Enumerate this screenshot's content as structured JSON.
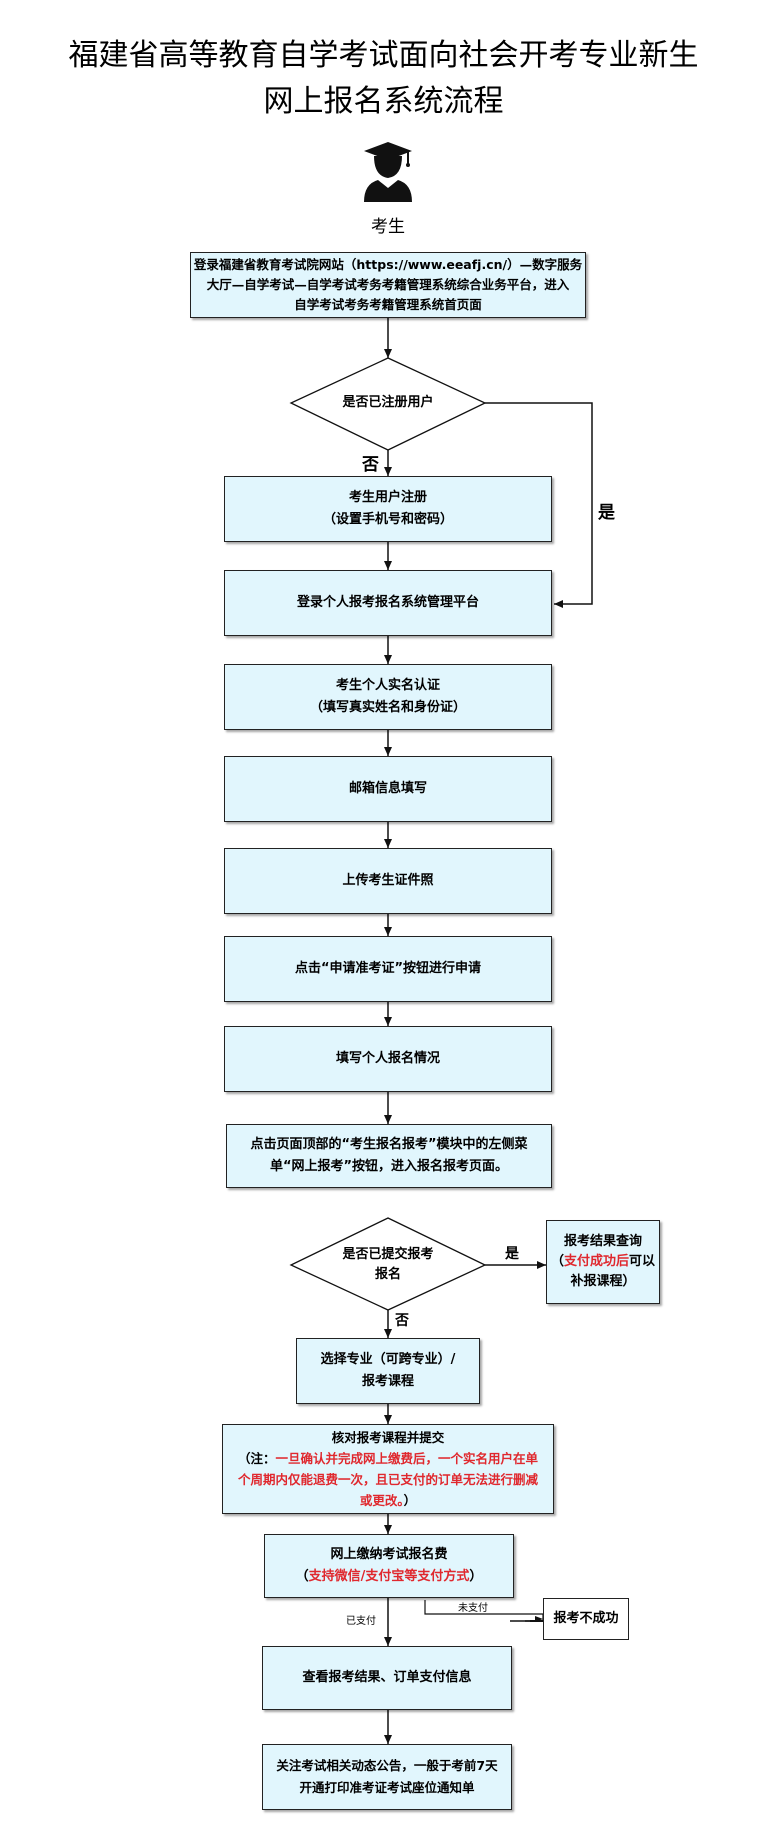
{
  "title": {
    "line1": "福建省高等教育自学考试面向社会开考专业新生",
    "line2": "网上报名系统流程"
  },
  "start": {
    "icon": "student-graduate-icon",
    "label": "考生"
  },
  "steps": {
    "login_site": {
      "l1": "登录福建省教育考试院网站（https://www.eeafj.cn/）—数字服务",
      "l2": "大厅—自学考试—自学考试考务考籍管理系统综合业务平台，进入",
      "l3": "自学考试考务考籍管理系统首页面"
    },
    "decision_registered": "是否已注册用户",
    "register": {
      "l1": "考生用户注册",
      "l2": "（设置手机号和密码）"
    },
    "login_platform": "登录个人报考报名系统管理平台",
    "realname": {
      "l1": "考生个人实名认证",
      "l2": "（填写真实姓名和身份证）"
    },
    "email": "邮箱信息填写",
    "upload_photo": "上传考生证件照",
    "apply_ticket": "点击“申请准考证”按钮进行申请",
    "fill_info": "填写个人报名情况",
    "menu": {
      "l1": "点击页面顶部的“考生报名报考”模块中的左侧菜",
      "l2": "单“网上报考”按钮，进入报名报考页面。"
    },
    "decision_submitted": {
      "l1": "是否已提交报考",
      "l2": "报名"
    },
    "result_query": {
      "l1": "报考结果查询",
      "l2a": "（",
      "l2red": "支付成功后",
      "l2b": "可以",
      "l3": "补报课程）"
    },
    "choose_major": {
      "l1": "选择专业（可跨专业）/",
      "l2": "报考课程"
    },
    "confirm": {
      "l1": "核对报考课程并提交",
      "l2a": "（注：",
      "l2red": "一旦确认并完成网上缴费后，一个实名用户在单",
      "l3red": "个周期内仅能退费一次，且已支付的订单无法进行删减",
      "l4red": "或更改。",
      "l4b": "）"
    },
    "pay": {
      "l1": "网上缴纳考试报名费",
      "l2a": "（",
      "l2red": "支持微信/支付宝等支付方式",
      "l2b": "）"
    },
    "fail": "报考不成功",
    "view_result": "查看报考结果、订单支付信息",
    "notice": {
      "l1": "关注考试相关动态公告，一般于考前7天",
      "l2": "开通打印准考证考试座位通知单"
    }
  },
  "edge_labels": {
    "no_1": "否",
    "yes_1": "是",
    "yes_2": "是",
    "no_2": "否",
    "paid": "已支付",
    "unpaid": "未支付"
  }
}
